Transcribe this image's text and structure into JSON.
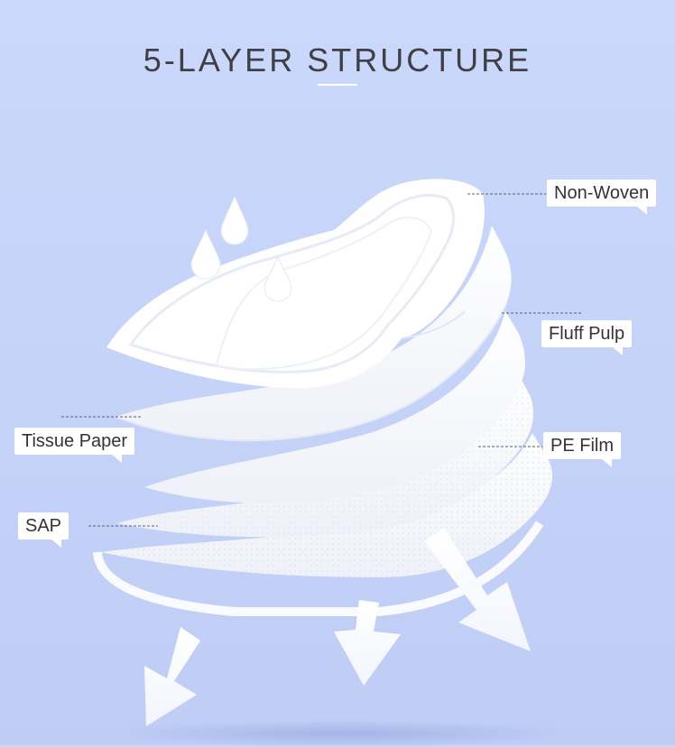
{
  "title": "5-LAYER STRUCTURE",
  "labels": {
    "non_woven": "Non-Woven",
    "fluff_pulp": "Fluff Pulp",
    "pe_film": "PE Film",
    "tissue_paper": "Tissue Paper",
    "sap": "SAP"
  },
  "colors": {
    "background": "#c8d6fa",
    "layer": "#ffffff",
    "title_text": "#3f3f45"
  }
}
